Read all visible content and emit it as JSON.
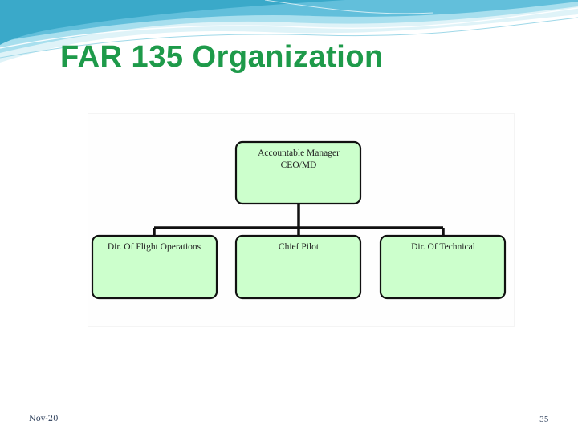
{
  "slide": {
    "title": "FAR 135 Organization",
    "footer_date": "Nov-20",
    "page_number": "35"
  },
  "org_chart": {
    "root": {
      "line1": "Accountable Manager",
      "line2": "CEO/MD"
    },
    "children": [
      {
        "label": "Dir. Of Flight Operations"
      },
      {
        "label": "Chief Pilot"
      },
      {
        "label": "Dir. Of Technical"
      }
    ]
  },
  "colors": {
    "title": "#1e9a4a",
    "box_fill": "#ccffcc",
    "box_stroke": "#111111",
    "connector": "#111111",
    "wave_light": "#cfeef5",
    "wave_mid": "#7ccbe0",
    "wave_dark": "#3aa9c9"
  }
}
